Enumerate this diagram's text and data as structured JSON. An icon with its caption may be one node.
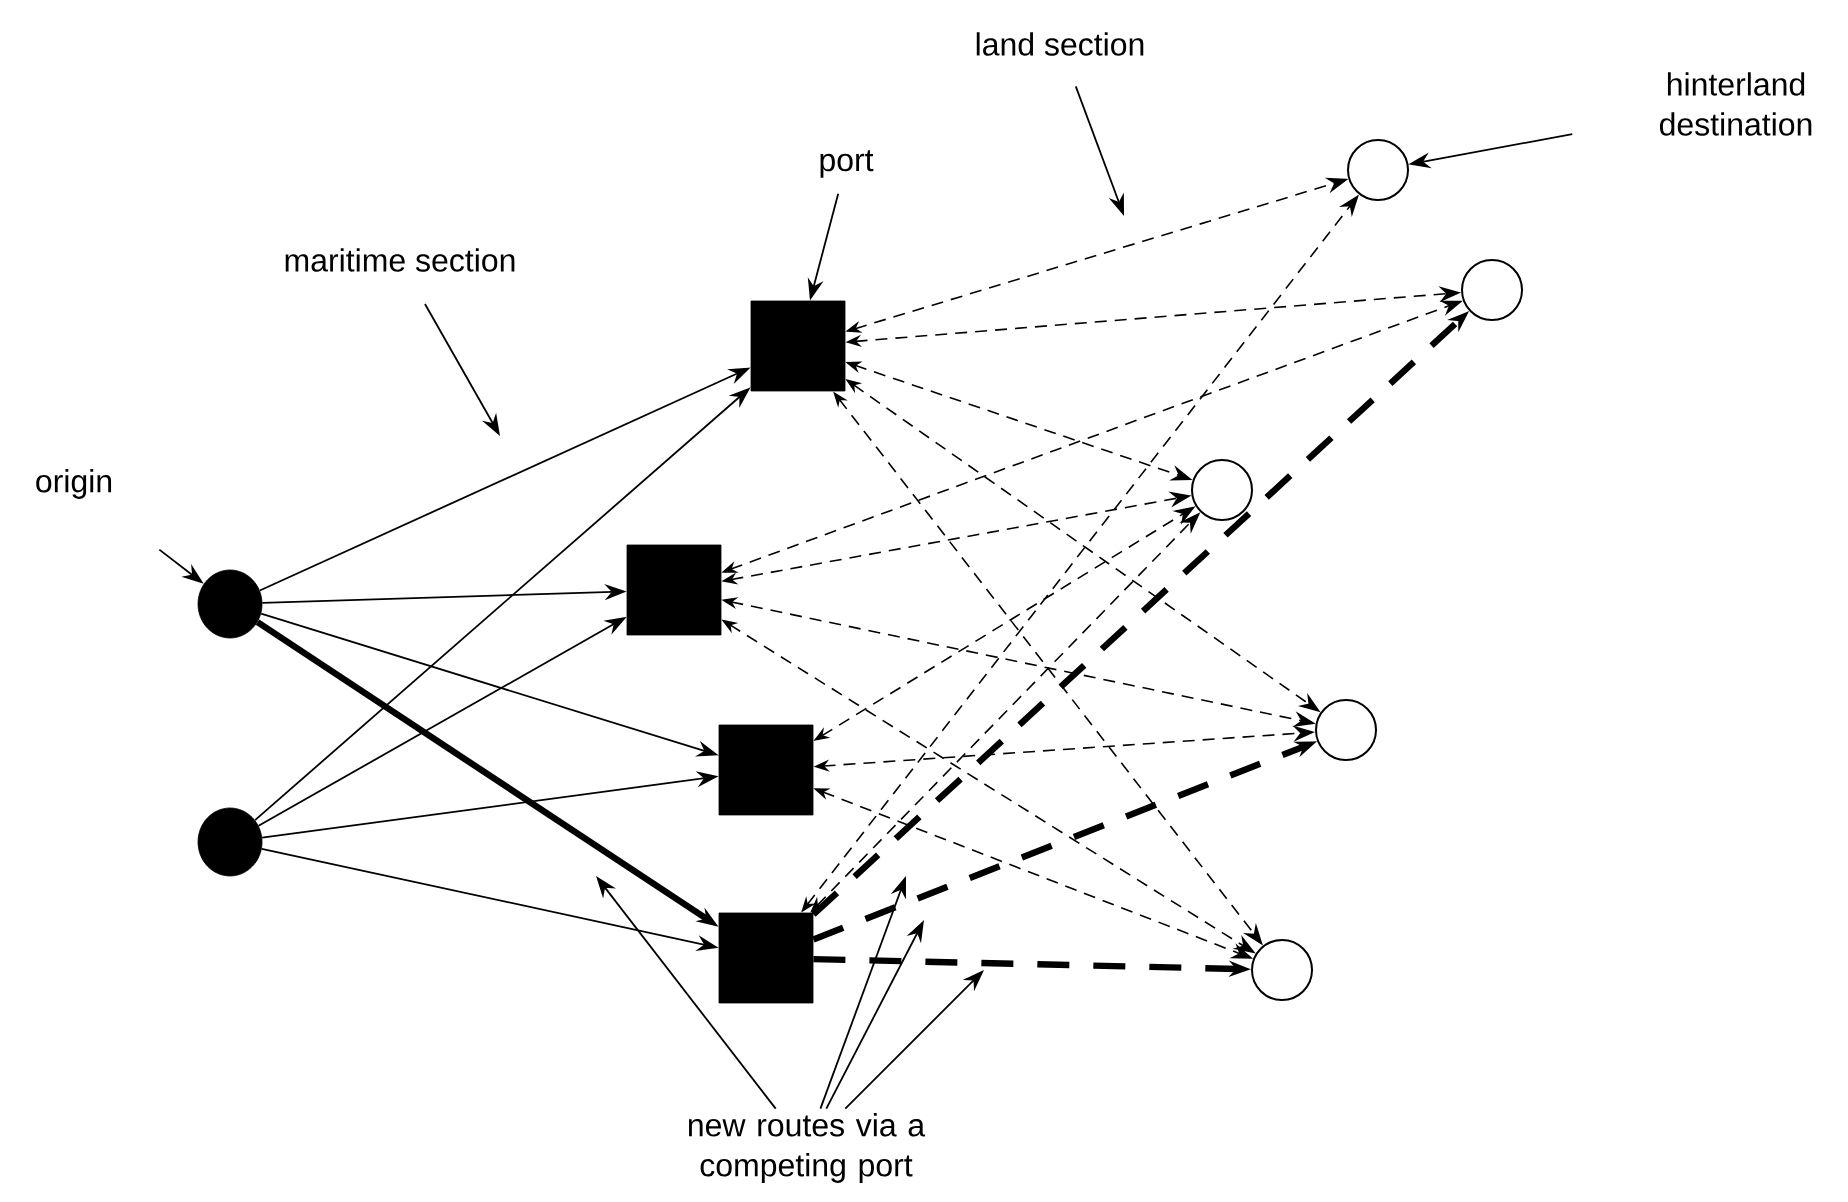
{
  "diagram": {
    "nodes": [
      {
        "text": [
          "land section"
        ]
      },
      {
        "text": [
          "hinterland destination"
        ]
      },
      {
        "text": [
          "port"
        ]
      },
      {
        "text": [
          "maritime section"
        ]
      },
      {
        "text": [
          "origin"
        ]
      },
      {
        "text": [],
        "shape": "box"
      },
      {
        "text": [],
        "shape": "box"
      },
      {
        "text": [],
        "shape": "box"
      },
      {
        "text": [],
        "shape": "box"
      },
      {
        "text": [],
        "shape": "circle"
      },
      {
        "text": [],
        "shape": "circle"
      },
      {
        "text": [],
        "shape": "circle"
      },
      {
        "text": [],
        "shape": "circle"
      },
      {
        "text": [],
        "shape": "circle"
      },
      {
        "text": [],
        "shape": "circle"
      },
      {
        "text": [],
        "shape": "circle"
      },
      {
        "text": [
          "new routes via a competing port"
        ]
      }
    ],
    "edges": [
      {
        "from": 0,
        "to": null,
        "arrow": "to"
      },
      {
        "from": 1,
        "to": 11,
        "arrow": "to"
      },
      {
        "from": 2,
        "to": 5,
        "arrow": "to"
      },
      {
        "from": 3,
        "to": null,
        "arrow": "to"
      },
      {
        "from": 4,
        "to": 9,
        "arrow": "to"
      },
      {
        "from": 16,
        "to": null,
        "arrow": "to"
      },
      {
        "from": 16,
        "to": null,
        "arrow": "to"
      },
      {
        "from": 16,
        "to": null,
        "arrow": "to"
      },
      {
        "from": 16,
        "to": null,
        "arrow": "to"
      },
      {
        "from": 9,
        "to": 5,
        "arrow": "to"
      },
      {
        "from": 9,
        "to": 6,
        "arrow": "to"
      },
      {
        "from": 9,
        "to": 7,
        "arrow": "to"
      },
      {
        "from": 9,
        "to": 8,
        "arrow": "to",
        "style": "thick"
      },
      {
        "from": 10,
        "to": 5,
        "arrow": "to"
      },
      {
        "from": 10,
        "to": 6,
        "arrow": "to"
      },
      {
        "from": 10,
        "to": 7,
        "arrow": "to"
      },
      {
        "from": 10,
        "to": 8,
        "arrow": "to"
      },
      {
        "from": 5,
        "to": 11,
        "arrow": "both",
        "style": "dashed"
      },
      {
        "from": 5,
        "to": 12,
        "arrow": "both",
        "style": "dashed"
      },
      {
        "from": 5,
        "to": 13,
        "arrow": "both",
        "style": "dashed"
      },
      {
        "from": 5,
        "to": 14,
        "arrow": "both",
        "style": "dashed"
      },
      {
        "from": 5,
        "to": 15,
        "arrow": "both",
        "style": "dashed"
      },
      {
        "from": 6,
        "to": 12,
        "arrow": "both",
        "style": "dashed"
      },
      {
        "from": 6,
        "to": 13,
        "arrow": "both",
        "style": "dashed"
      },
      {
        "from": 6,
        "to": 14,
        "arrow": "both",
        "style": "dashed"
      },
      {
        "from": 6,
        "to": 15,
        "arrow": "both",
        "style": "dashed"
      },
      {
        "from": 7,
        "to": 13,
        "arrow": "both",
        "style": "dashed"
      },
      {
        "from": 7,
        "to": 14,
        "arrow": "both",
        "style": "dashed"
      },
      {
        "from": 7,
        "to": 15,
        "arrow": "both",
        "style": "dashed"
      },
      {
        "from": 8,
        "to": 11,
        "arrow": "both",
        "style": "dashed"
      },
      {
        "from": 8,
        "to": 13,
        "arrow": "both",
        "style": "dashed"
      },
      {
        "from": 8,
        "to": 12,
        "arrow": "to",
        "style": "dashed"
      },
      {
        "from": 8,
        "to": 14,
        "arrow": "to",
        "style": "dashed"
      },
      {
        "from": 8,
        "to": 15,
        "arrow": "to",
        "style": "dashed"
      }
    ]
  }
}
